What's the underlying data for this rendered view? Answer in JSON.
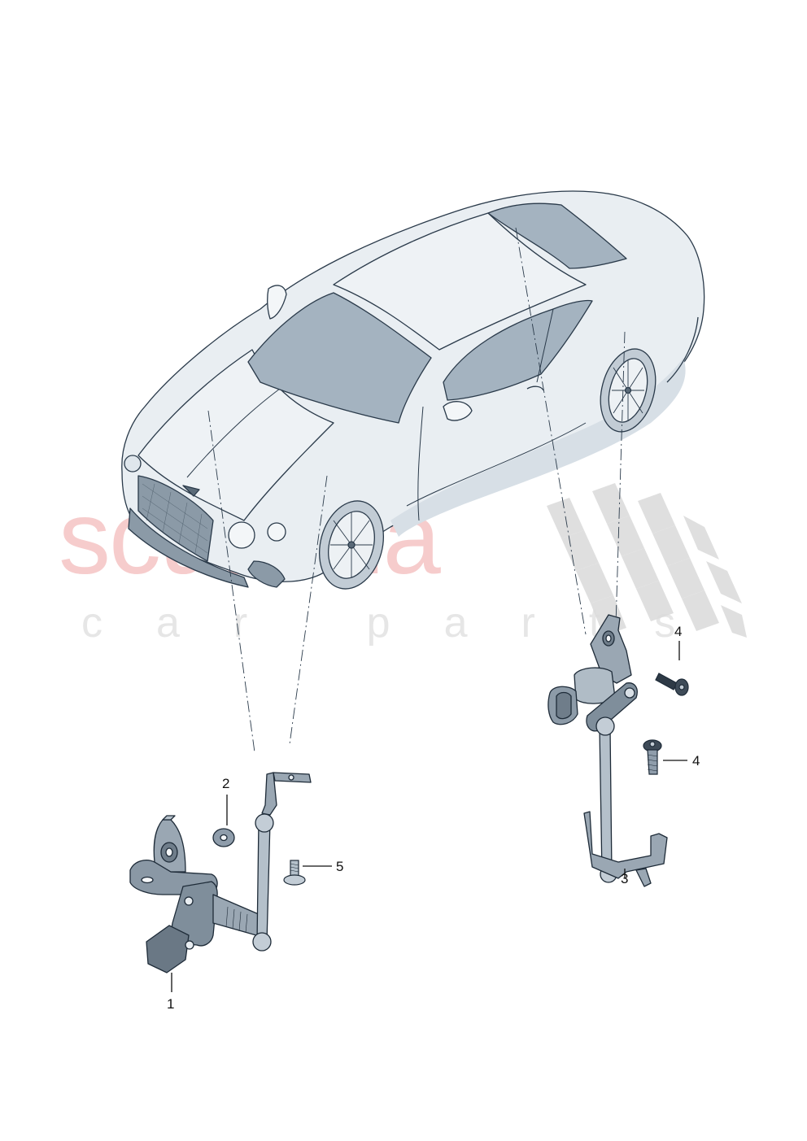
{
  "watermark": {
    "brand": "scuderia",
    "tagline": "car parts",
    "brand_color": "#f6cccc",
    "tagline_color": "#e6e6e6",
    "flag_color": "#dcdcdc"
  },
  "diagram": {
    "subject": "Bentley Continental GT coupe - headlight range control / level sensors",
    "vehicle_label": "car-overview",
    "line_color": "#2a3a4a",
    "part_fill": "#a9b6c2",
    "body_fill": "#e9eef2",
    "glass_fill": "#a4b3c0"
  },
  "callouts": [
    {
      "number": "1",
      "part": "front level sensor with linkage"
    },
    {
      "number": "2",
      "part": "nut / washer"
    },
    {
      "number": "3",
      "part": "rear level sensor with linkage"
    },
    {
      "number": "4",
      "part": "screw (upper)"
    },
    {
      "number": "4b",
      "label": "4",
      "part": "screw (lower)"
    },
    {
      "number": "5",
      "part": "bolt"
    }
  ],
  "labels": {
    "c1": "1",
    "c2": "2",
    "c3": "3",
    "c4a": "4",
    "c4b": "4",
    "c5": "5"
  }
}
